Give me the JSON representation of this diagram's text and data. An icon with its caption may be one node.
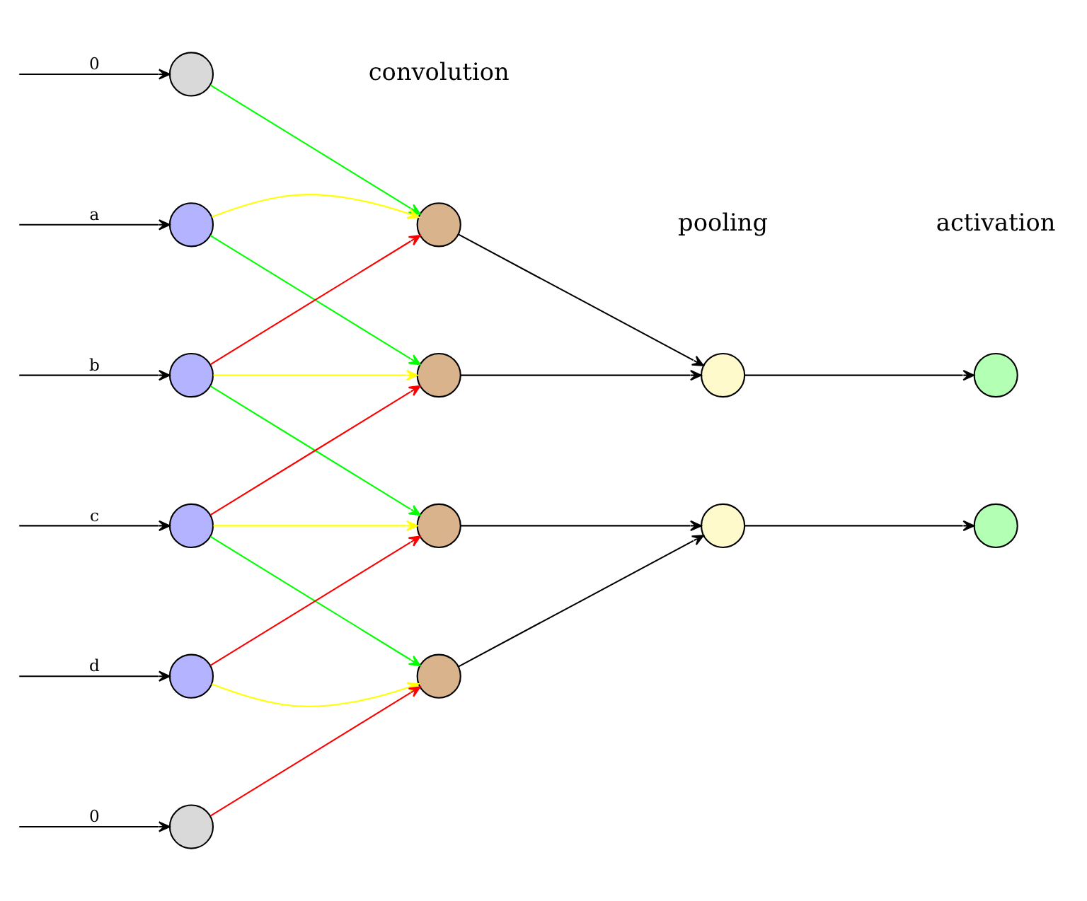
{
  "diagram": {
    "nodes": [
      {
        "text": [],
        "shape": "circle"
      },
      {
        "text": [],
        "shape": "circle"
      },
      {
        "text": [],
        "shape": "circle"
      },
      {
        "text": [],
        "shape": "circle"
      },
      {
        "text": [],
        "shape": "circle"
      },
      {
        "text": [],
        "shape": "circle"
      },
      {
        "text": [],
        "shape": "circle"
      },
      {
        "text": [],
        "shape": "circle"
      },
      {
        "text": [],
        "shape": "circle"
      },
      {
        "text": [],
        "shape": "circle"
      },
      {
        "text": [],
        "shape": "circle"
      },
      {
        "text": [],
        "shape": "circle"
      },
      {
        "text": [],
        "shape": "circle"
      },
      {
        "text": [],
        "shape": "circle"
      }
    ],
    "edges": [
      {
        "from": null,
        "to": 0,
        "arrow": "to",
        "label": "0"
      },
      {
        "from": null,
        "to": 1,
        "arrow": "to",
        "label": "a"
      },
      {
        "from": null,
        "to": 2,
        "arrow": "to",
        "label": "b"
      },
      {
        "from": null,
        "to": 3,
        "arrow": "to",
        "label": "c"
      },
      {
        "from": null,
        "to": 4,
        "arrow": "to",
        "label": "d"
      },
      {
        "from": null,
        "to": 5,
        "arrow": "to",
        "label": "0"
      },
      {
        "from": 0,
        "to": 6,
        "arrow": "to",
        "color": "#00ff00"
      },
      {
        "from": 1,
        "to": 6,
        "arrow": "to",
        "color": "#ffff00"
      },
      {
        "from": 1,
        "to": 7,
        "arrow": "to",
        "color": "#00ff00"
      },
      {
        "from": 2,
        "to": 6,
        "arrow": "to",
        "color": "#ff0000"
      },
      {
        "from": 2,
        "to": 7,
        "arrow": "to",
        "color": "#ffff00"
      },
      {
        "from": 2,
        "to": 8,
        "arrow": "to",
        "color": "#00ff00"
      },
      {
        "from": 3,
        "to": 7,
        "arrow": "to",
        "color": "#ff0000"
      },
      {
        "from": 3,
        "to": 8,
        "arrow": "to",
        "color": "#ffff00"
      },
      {
        "from": 3,
        "to": 9,
        "arrow": "to",
        "color": "#00ff00"
      },
      {
        "from": 4,
        "to": 8,
        "arrow": "to",
        "color": "#ff0000"
      },
      {
        "from": 4,
        "to": 9,
        "arrow": "to",
        "color": "#ffff00"
      },
      {
        "from": 5,
        "to": 9,
        "arrow": "to",
        "color": "#ff0000"
      },
      {
        "from": 6,
        "to": 10,
        "arrow": "to"
      },
      {
        "from": 7,
        "to": 10,
        "arrow": "to"
      },
      {
        "from": 8,
        "to": 11,
        "arrow": "to"
      },
      {
        "from": 9,
        "to": 11,
        "arrow": "to"
      },
      {
        "from": 10,
        "to": 12,
        "arrow": "to"
      },
      {
        "from": 11,
        "to": 13,
        "arrow": "to"
      }
    ],
    "labels": [
      "convolution",
      "pooling",
      "activation"
    ]
  }
}
